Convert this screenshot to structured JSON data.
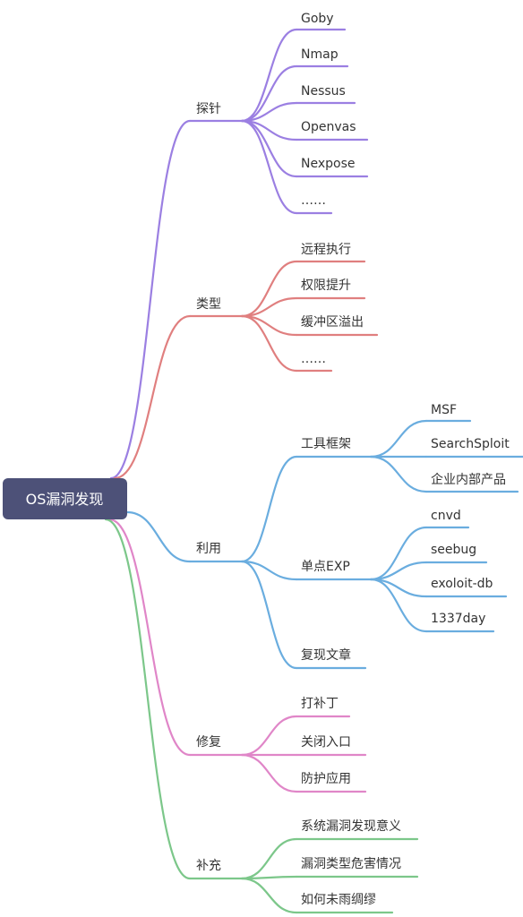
{
  "root": {
    "label": "OS漏洞发现",
    "color": "#4d5178"
  },
  "branches": [
    {
      "label": "探针",
      "color": "#9b7fe2",
      "children": [
        {
          "label": "Goby"
        },
        {
          "label": "Nmap"
        },
        {
          "label": "Nessus"
        },
        {
          "label": "Openvas"
        },
        {
          "label": "Nexpose"
        },
        {
          "label": "……"
        }
      ]
    },
    {
      "label": "类型",
      "color": "#e07f7f",
      "children": [
        {
          "label": "远程执行"
        },
        {
          "label": "权限提升"
        },
        {
          "label": "缓冲区溢出"
        },
        {
          "label": "……"
        }
      ]
    },
    {
      "label": "利用",
      "color": "#6aaddf",
      "children": [
        {
          "label": "工具框架",
          "children": [
            {
              "label": "MSF"
            },
            {
              "label": "SearchSploit"
            },
            {
              "label": "企业内部产品"
            }
          ]
        },
        {
          "label": "单点EXP",
          "children": [
            {
              "label": "cnvd"
            },
            {
              "label": "seebug"
            },
            {
              "label": "exoloit-db"
            },
            {
              "label": "1337day"
            }
          ]
        },
        {
          "label": "复现文章"
        }
      ]
    },
    {
      "label": "修复",
      "color": "#e086c8",
      "children": [
        {
          "label": "打补丁"
        },
        {
          "label": "关闭入口"
        },
        {
          "label": "防护应用"
        }
      ]
    },
    {
      "label": "补充",
      "color": "#7cc78a",
      "children": [
        {
          "label": "系统漏洞发现意义"
        },
        {
          "label": "漏洞类型危害情况"
        },
        {
          "label": "如何未雨绸缪"
        }
      ]
    }
  ]
}
